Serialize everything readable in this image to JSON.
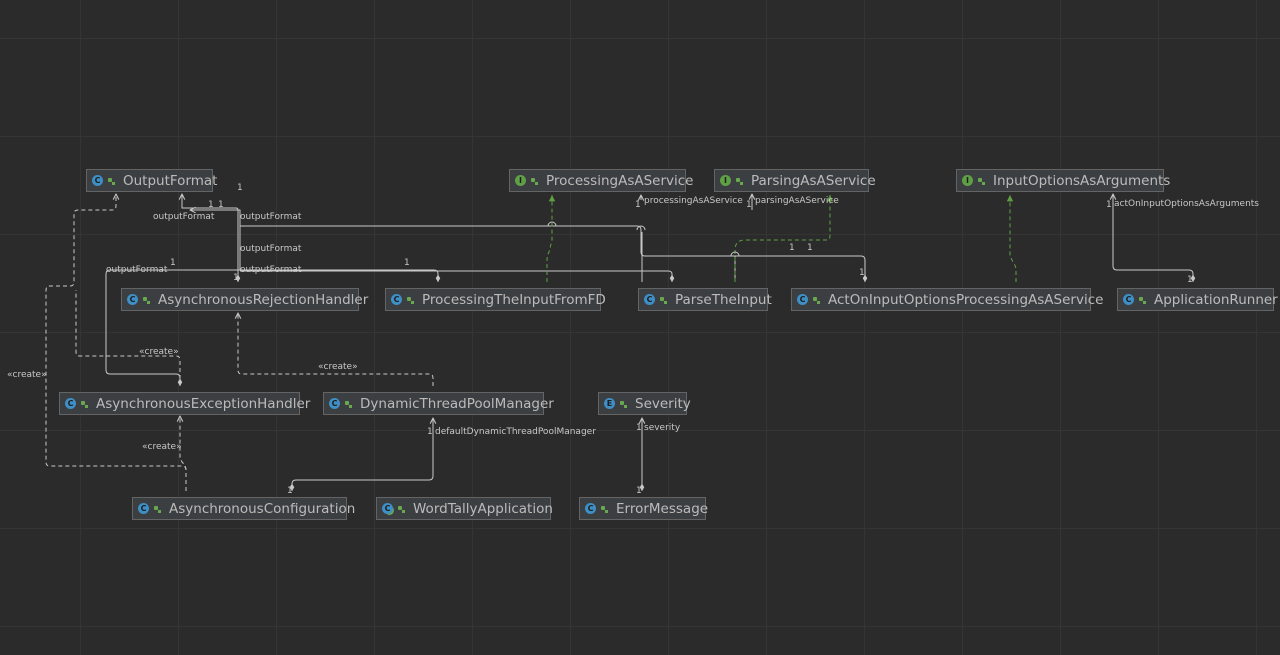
{
  "nodes": [
    {
      "key": "outputformat",
      "name": "OutputFormat",
      "kind": "class"
    },
    {
      "key": "processingasaservice",
      "name": "ProcessingAsAService",
      "kind": "interface"
    },
    {
      "key": "parsingasaservice",
      "name": "ParsingAsAService",
      "kind": "interface"
    },
    {
      "key": "inputoptionsasarguments",
      "name": "InputOptionsAsArguments",
      "kind": "interface"
    },
    {
      "key": "asyncrejectionhandler",
      "name": "AsynchronousRejectionHandler",
      "kind": "class"
    },
    {
      "key": "processingtheinputfromfd",
      "name": "ProcessingTheInputFromFD",
      "kind": "class"
    },
    {
      "key": "parsetheinput",
      "name": "ParseTheInput",
      "kind": "class"
    },
    {
      "key": "actoninputoptions",
      "name": "ActOnInputOptionsProcessingAsAService",
      "kind": "class"
    },
    {
      "key": "applicationrunner",
      "name": "ApplicationRunner",
      "kind": "class"
    },
    {
      "key": "asyncexceptionhandler",
      "name": "AsynchronousExceptionHandler",
      "kind": "class"
    },
    {
      "key": "dynamicthreadpoolmanager",
      "name": "DynamicThreadPoolManager",
      "kind": "class"
    },
    {
      "key": "severity",
      "name": "Severity",
      "kind": "enum"
    },
    {
      "key": "asyncconfiguration",
      "name": "AsynchronousConfiguration",
      "kind": "class"
    },
    {
      "key": "wordtallyapplication",
      "name": "WordTallyApplication",
      "kind": "app"
    },
    {
      "key": "errormessage",
      "name": "ErrorMessage",
      "kind": "class"
    }
  ],
  "labels": {
    "outputformat_1": "outputFormat",
    "outputformat_2": "outputFormat",
    "outputformat_3": "outputFormat",
    "outputformat_4": "outputFormat",
    "outputformat_5": "outputFormat",
    "processing_role": "processingAsAService",
    "parsing_role": "parsingAsAService",
    "actoninput_role": "actOnInputOptionsAsArguments",
    "pool_role": "defaultDynamicThreadPoolManager",
    "severity_role": "severity",
    "create_1": "«create»",
    "create_2": "«create»",
    "create_3": "«create»",
    "create_4": "«create»",
    "one": "1"
  },
  "colors": {
    "background": "#2b2b2b",
    "node_fill": "#3c3f41",
    "node_border": "#646464",
    "text": "#bbbbbb",
    "association_line": "#c8c8c8",
    "realization_line": "#5fa045",
    "class_icon": "#3d8fc6",
    "interface_icon": "#5fa045"
  },
  "icons": {
    "class": "C",
    "interface": "I",
    "enum": "E",
    "app": "C"
  }
}
